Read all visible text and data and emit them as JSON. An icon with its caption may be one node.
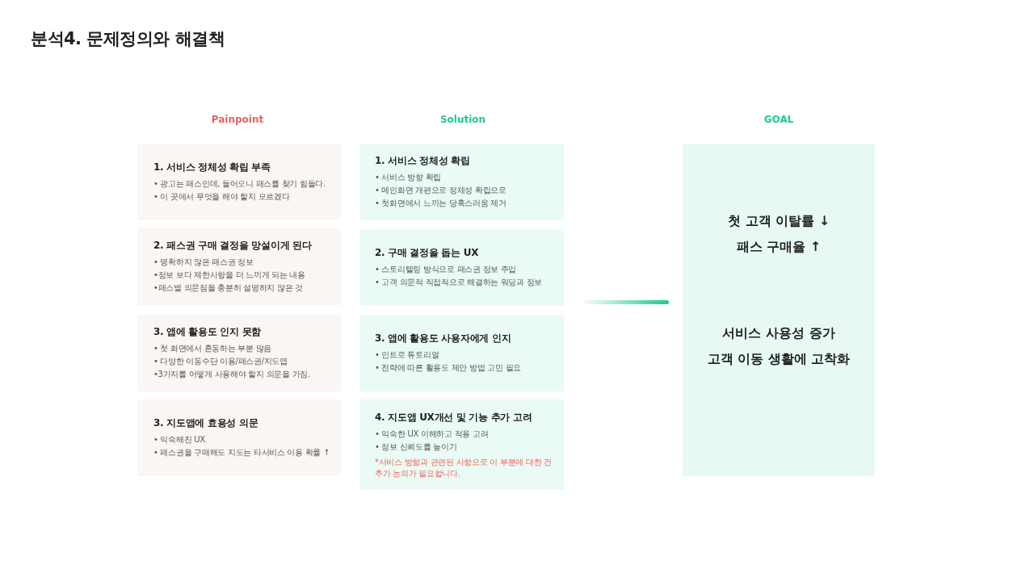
{
  "diagram": {
    "title": "분석4. 문제정의와 해결책",
    "nodes": [
      {
        "text": [
          "1. 서비스 정체성 확립 부족",
          "• 광고는 패스인데, 들어오니 패스를 찾기 힘들다.",
          "• 이 곳에서 무엇을 해야 할지 모르겠다"
        ]
      },
      {
        "text": [
          "2. 패스권 구매 결정을 망설이게 된다",
          "• 명확하지 않은 패스권 정보",
          "•정보 보다 제한사항을 더 느끼게 되는 내용",
          "•패스별 의문점을 충분히 설명하지 않은 것"
        ]
      },
      {
        "text": [
          "3. 앱에 활용도 인지 못함",
          "• 첫 화면에서 혼동하는 부분 많음",
          "• 다양한 이동수단 이용/패스권/지도앱",
          "•3가지를 어떻게 사용해야 할지 의문을 가짐."
        ]
      },
      {
        "text": [
          "3. 지도앱에 효용성 의문",
          "• 익숙해진 UX",
          "• 패스권을 구매해도 지도는 타서비스 이용 확률 ↑"
        ]
      },
      {
        "text": [
          "1. 서비스 정체성 확립",
          "• 서비스 방향 확립",
          "• 메인화면 개편으로 정체성 확립으로",
          "• 첫화면에서 느끼는 당혹스러움 제거"
        ]
      },
      {
        "text": [
          "2. 구매 결정을 돕는 UX",
          "• 스토리텔링 방식으로 패스권 정보 주입",
          "• 고객 의문적 직접적으로 해결하는 워딩과 정보"
        ]
      },
      {
        "text": [
          "3. 앱에 활용도 사용자에게 인지",
          "• 인트로 튜토리얼",
          "• 전략에 따른 활용도 제안 방법 고민 필요"
        ]
      },
      {
        "text": [
          "4. 지도앱 UX개선 및 기능 추가 고려",
          "• 익숙한 UX 이해하고 적용 고려",
          "• 정보 신뢰도를 높이기",
          "*서비스 방향과 관련된 사항으로 이 부분에 대한 건 추가 논의가 필요합니다."
        ]
      },
      {
        "text": [
          "첫 고객 이탈률 ↓",
          "패스 구매율 ↑",
          "서비스 사용성 증가",
          "고객 이동 생활에 고착화"
        ]
      }
    ],
    "labels": [
      "Painpoint",
      "Solution",
      "GOAL"
    ]
  }
}
